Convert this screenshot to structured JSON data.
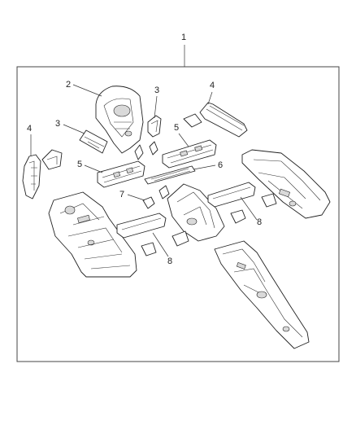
{
  "callouts": {
    "c1": "1",
    "c2": "2",
    "c3a": "3",
    "c3b": "3",
    "c4a": "4",
    "c4b": "4",
    "c5a": "5",
    "c5b": "5",
    "c6": "6",
    "c7": "7",
    "c8a": "8",
    "c8b": "8"
  }
}
